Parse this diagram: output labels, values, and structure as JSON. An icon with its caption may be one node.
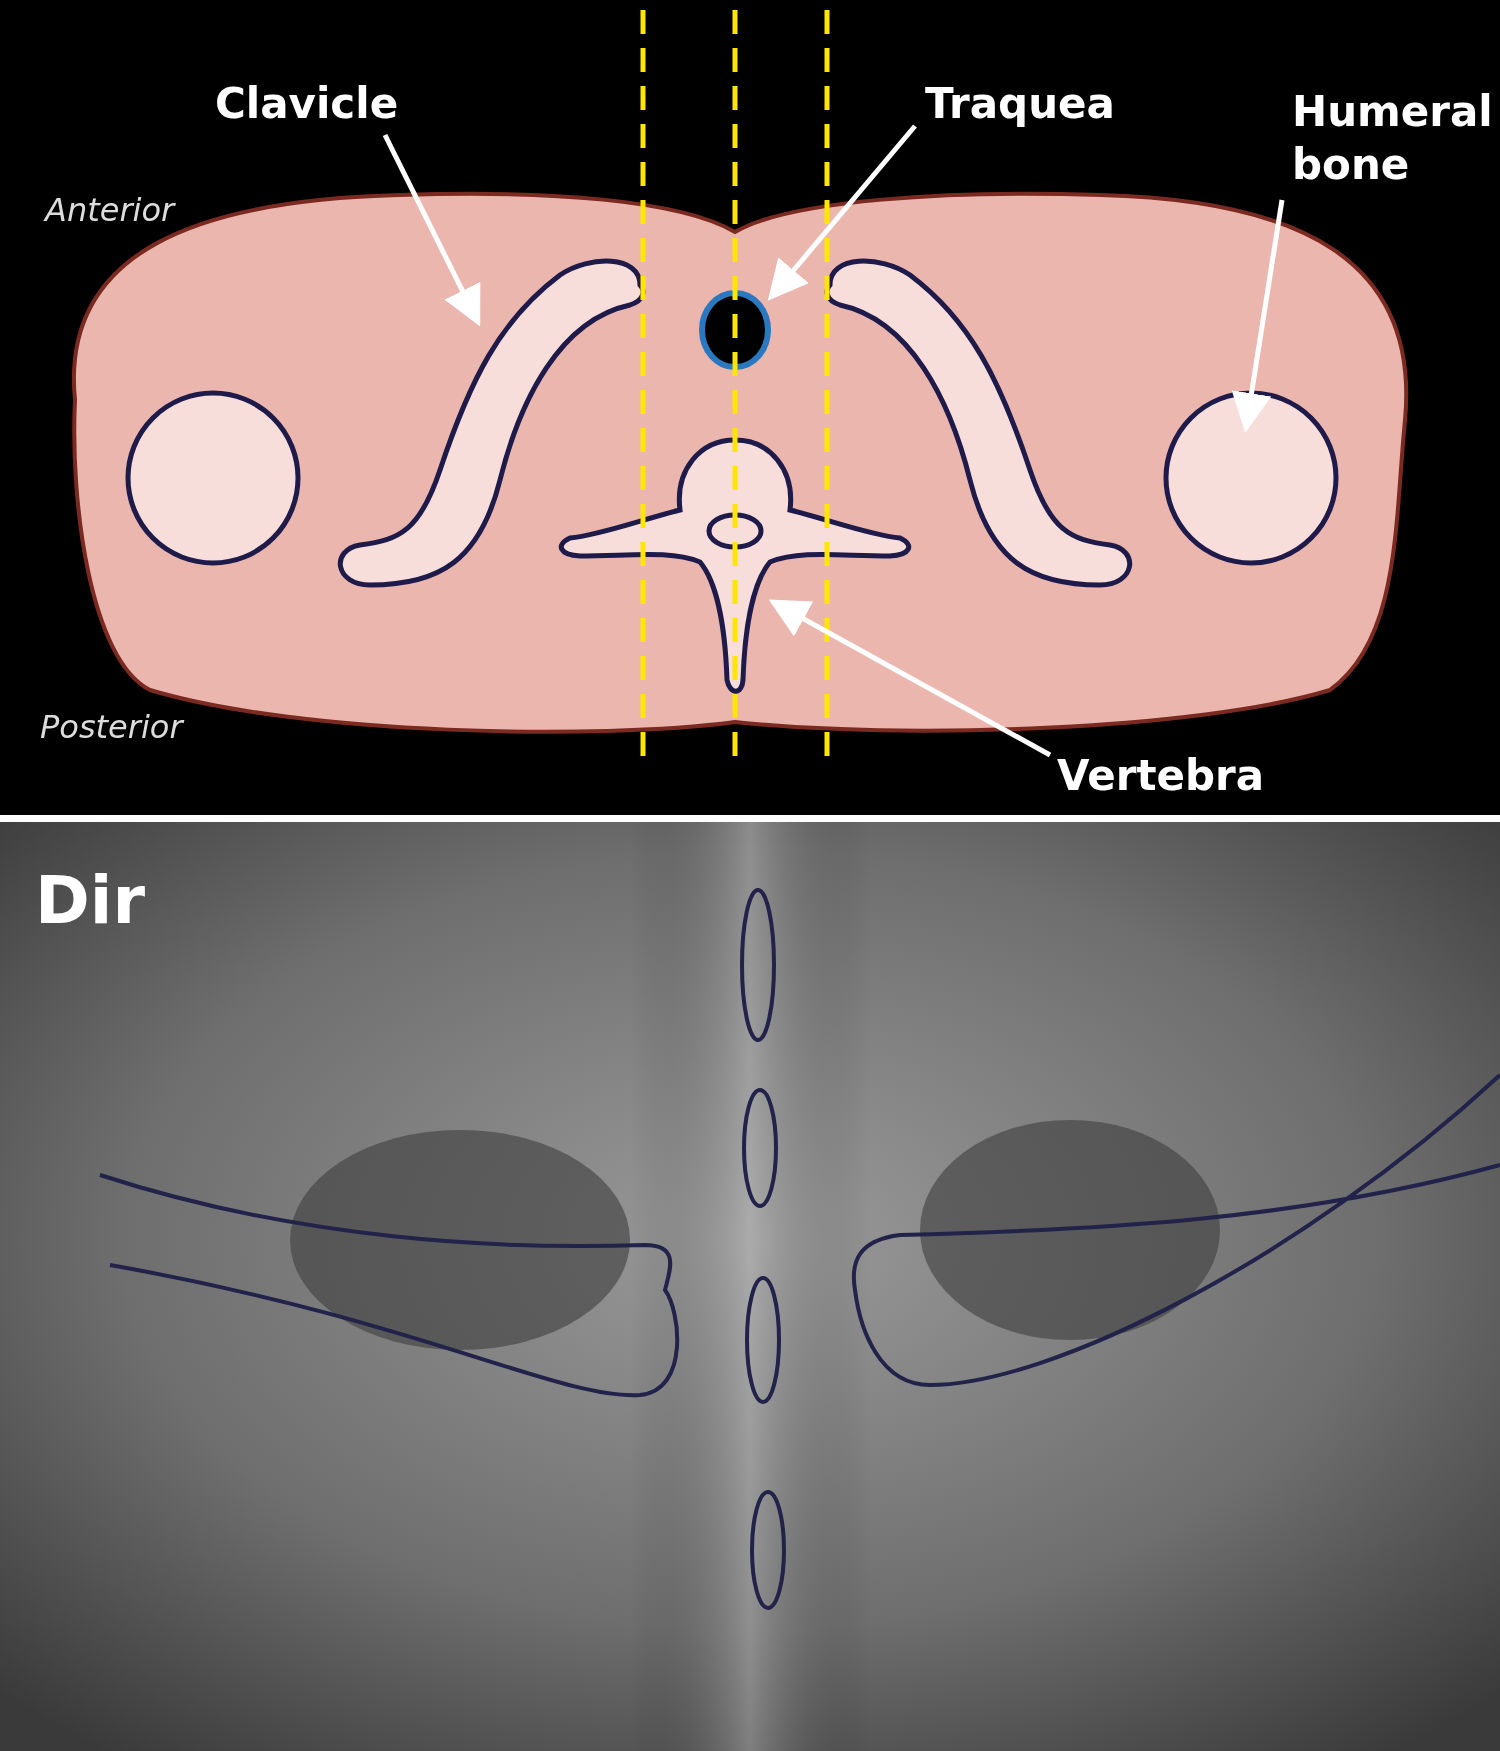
{
  "diagram": {
    "nodes": [
      {
        "text": [
          "Clavicle"
        ]
      },
      {
        "text": [],
        "shape": "picture"
      },
      {
        "text": [
          "Traquea"
        ]
      },
      {
        "text": [],
        "shape": "circle"
      },
      {
        "text": [
          "Humeral bone"
        ]
      },
      {
        "text": [],
        "shape": "circle"
      },
      {
        "text": [
          "Vertebra"
        ]
      },
      {
        "text": [],
        "shape": "picture"
      }
    ],
    "edges": [
      {
        "from": 0,
        "to": 1,
        "arrow": "to"
      },
      {
        "from": 2,
        "to": 3,
        "arrow": "to"
      },
      {
        "from": 4,
        "to": 5,
        "arrow": "to"
      },
      {
        "from": 6,
        "to": 7,
        "arrow": "to"
      }
    ],
    "labels": [
      "Anterior",
      "Posterior",
      "Dir"
    ]
  }
}
